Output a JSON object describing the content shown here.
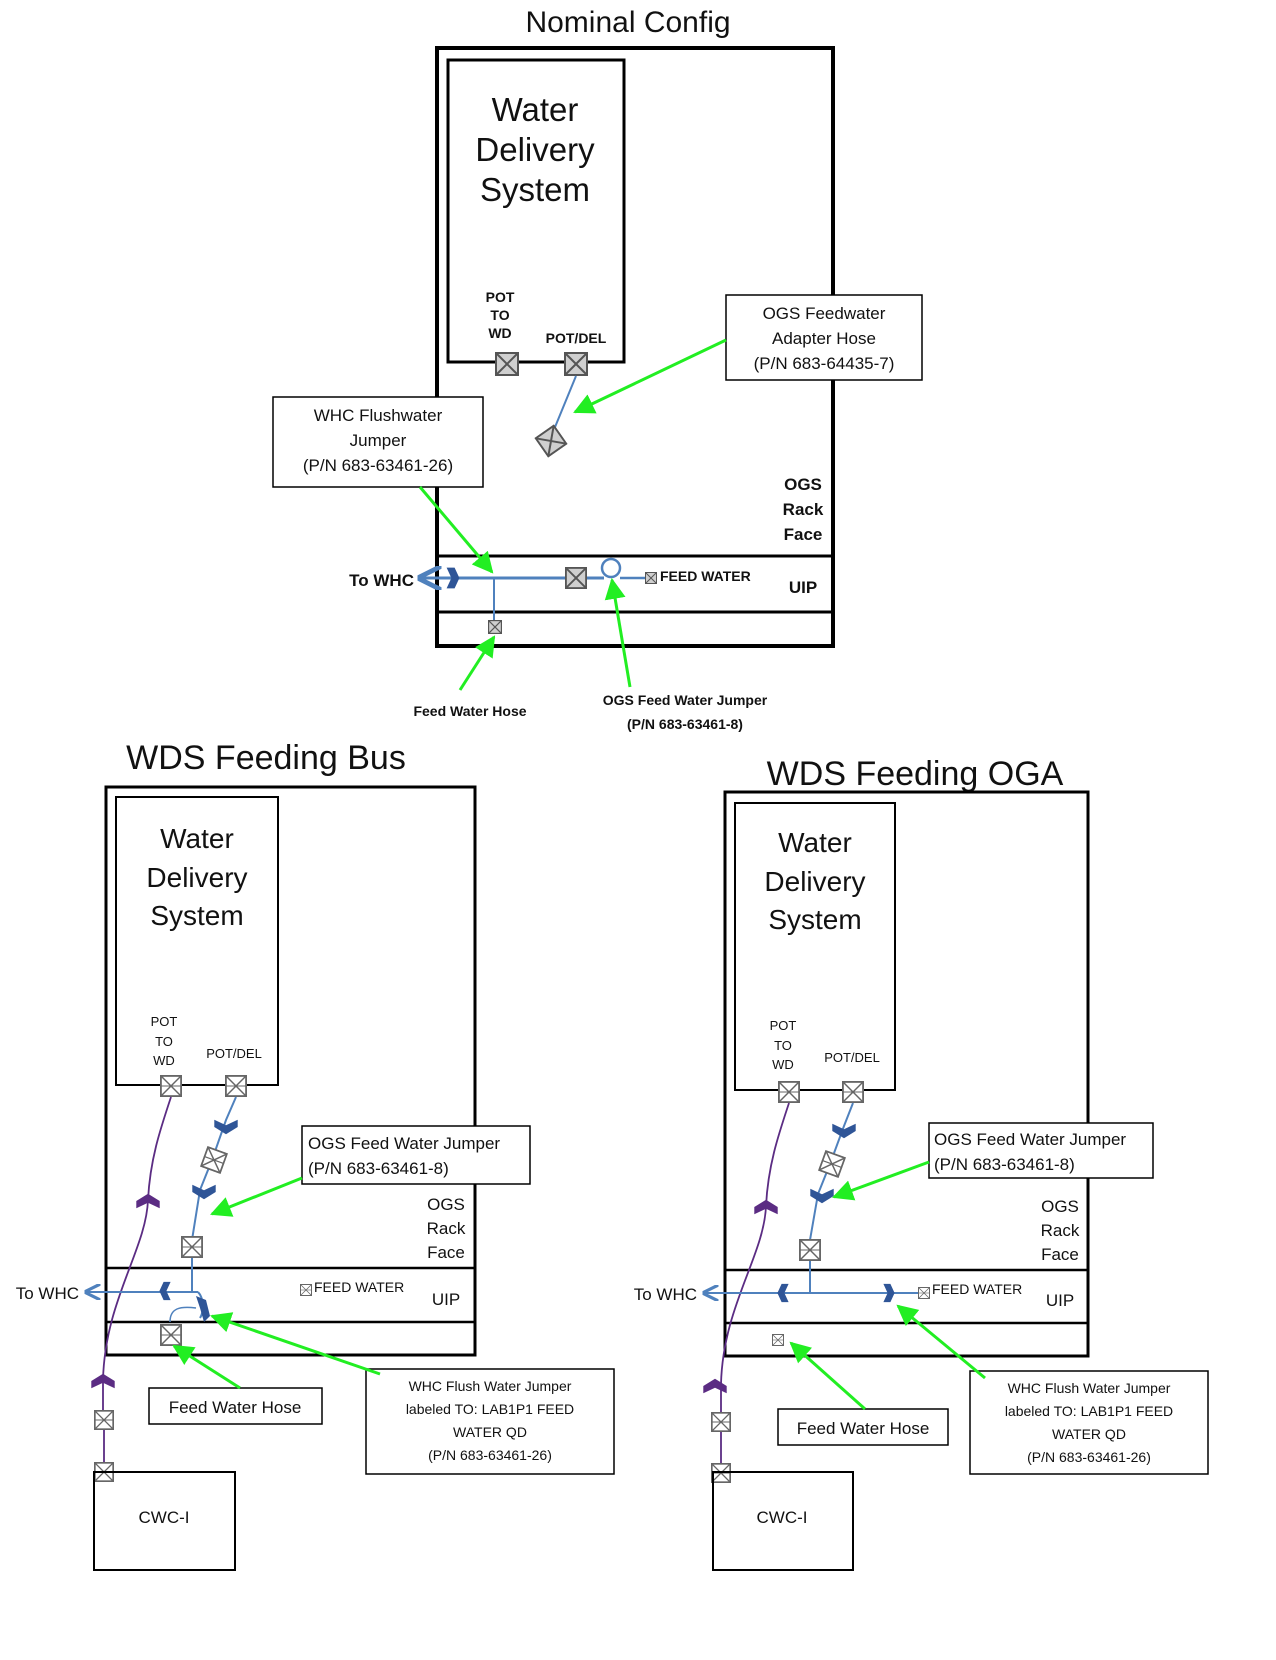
{
  "nominal": {
    "title": "Nominal Config",
    "wds": [
      "Water",
      "Delivery",
      "System"
    ],
    "pot_to_wd": [
      "POT",
      "TO",
      "WD"
    ],
    "pot_del": "POT/DEL",
    "ogs_feedwater_adapter": [
      "OGS Feedwater",
      "Adapter Hose",
      "(P/N 683-64435-7)"
    ],
    "whc_flushwater_jumper": [
      "WHC Flushwater",
      "Jumper",
      "(P/N 683-63461-26)"
    ],
    "ogs_rack_face": [
      "OGS",
      "Rack",
      "Face"
    ],
    "to_whc": "To WHC",
    "feed_water": "FEED WATER",
    "uip": "UIP",
    "feed_water_hose": "Feed Water Hose",
    "ogs_feed_water_jumper": [
      "OGS Feed Water Jumper",
      "(P/N 683-63461-8)"
    ]
  },
  "bus": {
    "title": "WDS Feeding Bus",
    "wds": [
      "Water",
      "Delivery",
      "System"
    ],
    "pot_to_wd": [
      "POT",
      "TO",
      "WD"
    ],
    "pot_del": "POT/DEL",
    "ogs_feed_water_jumper": [
      "OGS Feed Water Jumper",
      "(P/N 683-63461-8)"
    ],
    "ogs_rack_face": [
      "OGS",
      "Rack",
      "Face"
    ],
    "to_whc": "To WHC",
    "feed_water": "FEED WATER",
    "uip": "UIP",
    "feed_water_hose": "Feed Water Hose",
    "whc_flush_water_jumper": [
      "WHC Flush Water Jumper",
      "labeled TO: LAB1P1 FEED",
      "WATER QD",
      "(P/N 683-63461-26)"
    ],
    "cwc": "CWC-I"
  },
  "oga": {
    "title": "WDS Feeding OGA",
    "wds": [
      "Water",
      "Delivery",
      "System"
    ],
    "pot_to_wd": [
      "POT",
      "TO",
      "WD"
    ],
    "pot_del": "POT/DEL",
    "ogs_feed_water_jumper": [
      "OGS Feed Water Jumper",
      "(P/N 683-63461-8)"
    ],
    "ogs_rack_face": [
      "OGS",
      "Rack",
      "Face"
    ],
    "to_whc": "To WHC",
    "feed_water": "FEED WATER",
    "uip": "UIP",
    "feed_water_hose": "Feed Water Hose",
    "whc_flush_water_jumper": [
      "WHC Flush Water Jumper",
      "labeled TO: LAB1P1 FEED",
      "WATER QD",
      "(P/N 683-63461-26)"
    ],
    "cwc": "CWC-I"
  },
  "colors": {
    "line_blue": "#4f81bd",
    "fitting_blue": "#2f5597",
    "callout_green": "#22ee22",
    "purple_hose": "#5b2c83",
    "qd_gray": "#777777"
  },
  "icons": [
    "quick-disconnect-icon",
    "chevron-fitting-icon",
    "loop-fitting-icon",
    "arrow-icon"
  ]
}
